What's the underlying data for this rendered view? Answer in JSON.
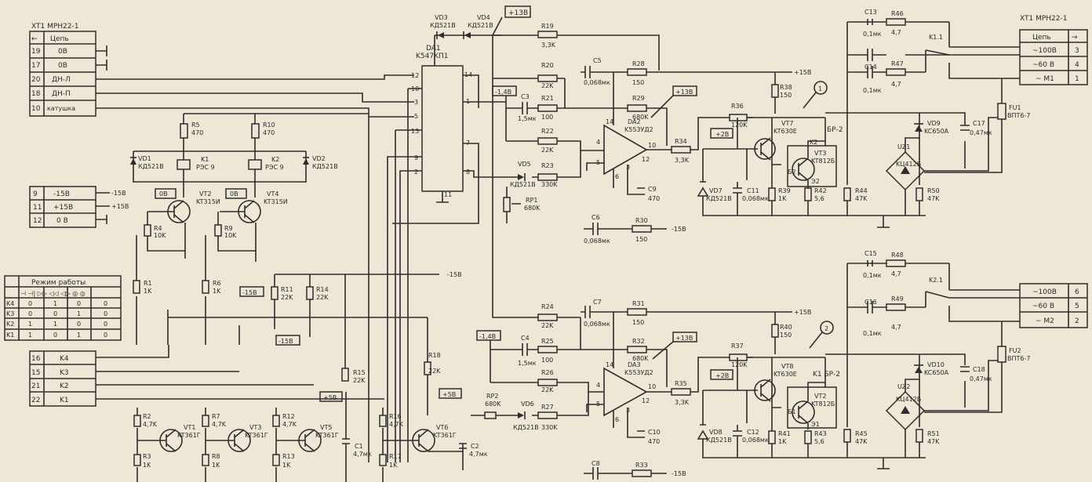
{
  "connector_left": {
    "title": "XT1 MPH22-1",
    "header": "Цепь",
    "pins": [
      {
        "num": "19",
        "label": "0B"
      },
      {
        "num": "17",
        "label": "0B"
      },
      {
        "num": "20",
        "label": "ДН-Л"
      },
      {
        "num": "18",
        "label": "ДН-П"
      },
      {
        "num": "10",
        "label": "катушка"
      }
    ]
  },
  "connector_left_power": [
    {
      "num": "9",
      "label": "-15B"
    },
    {
      "num": "11",
      "label": "+15B"
    },
    {
      "num": "12",
      "label": "0 B"
    }
  ],
  "connector_left_k": [
    {
      "num": "16",
      "label": "K4"
    },
    {
      "num": "15",
      "label": "K3"
    },
    {
      "num": "21",
      "label": "K2"
    },
    {
      "num": "22",
      "label": "K1"
    }
  ],
  "mode_table": {
    "title": "Режим работы",
    "header_symbols": "⊣ ⊣| ▷▷ ◁◁ ◁▷ ◎ ◎",
    "rows": [
      {
        "label": "K4",
        "values": [
          "0",
          "1",
          "0",
          "0"
        ]
      },
      {
        "label": "K3",
        "values": [
          "0",
          "0",
          "1",
          "0"
        ]
      },
      {
        "label": "K2",
        "values": [
          "1",
          "1",
          "0",
          "0"
        ]
      },
      {
        "label": "K1",
        "values": [
          "1",
          "0",
          "1",
          "0"
        ]
      }
    ]
  },
  "connector_right_top": {
    "title": "XT1 MPH22-1",
    "header": "Цепь",
    "pins": [
      {
        "label": "~100B",
        "num": "3"
      },
      {
        "label": "~60 B",
        "num": "4"
      },
      {
        "label": "~ M1",
        "num": "1"
      }
    ]
  },
  "connector_right_bottom": {
    "pins": [
      {
        "label": "~100B",
        "num": "6"
      },
      {
        "label": "~60 B",
        "num": "5"
      },
      {
        "label": "~ M2",
        "num": "2"
      }
    ]
  },
  "rails": {
    "p13": "+13B",
    "m14": "-1,4B",
    "m15": "-15B",
    "p15": "+15B",
    "p5": "+5B",
    "p2": "+2B",
    "zero": "0B"
  },
  "ic": {
    "da1": {
      "ref": "DA1",
      "type": "K547KП1",
      "pins_left": [
        "12",
        "10",
        "3",
        "5",
        "13",
        "9",
        "2"
      ],
      "pins_right": [
        "14",
        "1",
        "7",
        "8"
      ],
      "pin_bottom": "11"
    },
    "da2": {
      "ref": "DA2",
      "type": "K553УД2",
      "p14": "14",
      "p4": "4",
      "p5": "5",
      "p6": "6",
      "p3": "3",
      "p10": "10",
      "p12": "12"
    },
    "da3": {
      "ref": "DA3",
      "type": "K553УД2",
      "p14": "14",
      "p4": "4",
      "p5": "5",
      "p6": "6",
      "p3": "3",
      "p10": "10",
      "p12": "12"
    }
  },
  "components": {
    "vd3": {
      "ref": "VD3",
      "val": "КД521B"
    },
    "vd4": {
      "ref": "VD4",
      "val": "КД521B"
    },
    "r19": {
      "ref": "R19",
      "val": "3,3K"
    },
    "r20": {
      "ref": "R20",
      "val": "22K"
    },
    "c3": {
      "ref": "C3",
      "val": "1,5мк"
    },
    "r21": {
      "ref": "R21",
      "val": "100"
    },
    "r22": {
      "ref": "R22",
      "val": "22K"
    },
    "vd5": {
      "ref": "VD5",
      "val": "КД521B"
    },
    "r23": {
      "ref": "R23",
      "val": "330K"
    },
    "rp1": {
      "ref": "RP1",
      "val": "680K"
    },
    "c5": {
      "ref": "C5",
      "val": "0,068мк"
    },
    "r28": {
      "ref": "R28",
      "val": "150"
    },
    "r29": {
      "ref": "R29",
      "val": "680K"
    },
    "r34": {
      "ref": "R34",
      "val": "3,3K"
    },
    "c9": {
      "ref": "C9",
      "val": "470"
    },
    "c6": {
      "ref": "C6",
      "val": "0,068мк"
    },
    "r30": {
      "ref": "R30",
      "val": "150"
    },
    "r5": {
      "ref": "R5",
      "val": "470"
    },
    "r10": {
      "ref": "R10",
      "val": "470"
    },
    "vd1": {
      "ref": "VD1",
      "val": "КД521B"
    },
    "vd2": {
      "ref": "VD2",
      "val": "КД521B"
    },
    "k1": {
      "ref": "K1",
      "val": "РЭС 9"
    },
    "k2": {
      "ref": "K2",
      "val": "РЭС 9"
    },
    "vt2": {
      "ref": "VT2",
      "val": "KT315И"
    },
    "vt4": {
      "ref": "VT4",
      "val": "KT315И"
    },
    "r4": {
      "ref": "R4",
      "val": "10K"
    },
    "r9": {
      "ref": "R9",
      "val": "10K"
    },
    "r1": {
      "ref": "R1",
      "val": "1K"
    },
    "r6": {
      "ref": "R6",
      "val": "1K"
    },
    "r11": {
      "ref": "R11",
      "val": "22K"
    },
    "r14": {
      "ref": "R14",
      "val": "22K"
    },
    "r15": {
      "ref": "R15",
      "val": "22K"
    },
    "r18": {
      "ref": "R18",
      "val": "22K"
    },
    "r2": {
      "ref": "R2",
      "val": "4,7K"
    },
    "r3": {
      "ref": "R3",
      "val": "1K"
    },
    "r7": {
      "ref": "R7",
      "val": "4,7K"
    },
    "r8": {
      "ref": "R8",
      "val": "1K"
    },
    "r12": {
      "ref": "R12",
      "val": "4,7K"
    },
    "r13": {
      "ref": "R13",
      "val": "1K"
    },
    "r16": {
      "ref": "R16",
      "val": "4,7K"
    },
    "r17": {
      "ref": "R17",
      "val": "1K"
    },
    "vt1": {
      "ref": "VT1",
      "val": "KT361Г"
    },
    "vt3": {
      "ref": "VT3",
      "val": "KT361Г"
    },
    "vt5": {
      "ref": "VT5",
      "val": "KT361Г"
    },
    "vt6": {
      "ref": "VT6",
      "val": "KT361Г"
    },
    "c1": {
      "ref": "C1",
      "val": "4,7мк"
    },
    "c2": {
      "ref": "C2",
      "val": "4,7мк"
    },
    "r24": {
      "ref": "R24",
      "val": "22K"
    },
    "c4": {
      "ref": "C4",
      "val": "1,5мк"
    },
    "r25": {
      "ref": "R25",
      "val": "100"
    },
    "r26": {
      "ref": "R26",
      "val": "22K"
    },
    "rp2": {
      "ref": "RP2",
      "val": "680K"
    },
    "vd6": {
      "ref": "VD6",
      "val": "КД521B"
    },
    "r27": {
      "ref": "R27",
      "val": "330K"
    },
    "c7": {
      "ref": "C7",
      "val": "0,068мк"
    },
    "r31": {
      "ref": "R31",
      "val": "150"
    },
    "r32": {
      "ref": "R32",
      "val": "680K"
    },
    "r35": {
      "ref": "R35",
      "val": "3,3K"
    },
    "c10": {
      "ref": "C10",
      "val": "470"
    },
    "c8": {
      "ref": "C8",
      "val": ""
    },
    "r33": {
      "ref": "R33",
      "val": ""
    },
    "c13": {
      "ref": "C13",
      "val": "0,1мк"
    },
    "r46": {
      "ref": "R46",
      "val": "4,7"
    },
    "k11": {
      "ref": "K1.1",
      "val": ""
    },
    "c14": {
      "ref": "C14",
      "val": "0,1мк"
    },
    "r47": {
      "ref": "R47",
      "val": "4,7"
    },
    "r38": {
      "ref": "R38",
      "val": "150"
    },
    "r36": {
      "ref": "R36",
      "val": "120K"
    },
    "vt7": {
      "ref": "VT7",
      "val": "KT630E"
    },
    "vt3r": {
      "ref": "VT3",
      "val": "KT812Б"
    },
    "br2": {
      "ref": "БР-2",
      "val": ""
    },
    "vd9": {
      "ref": "VD9",
      "val": "KC650A"
    },
    "c17": {
      "ref": "C17",
      "val": "0,47мк"
    },
    "uz1": {
      "ref": "UZ1",
      "val": "KЦ412Б"
    },
    "vd7": {
      "ref": "VD7",
      "val": "КД521B"
    },
    "c11": {
      "ref": "C11",
      "val": "0,068мк"
    },
    "r39": {
      "ref": "R39",
      "val": "1K"
    },
    "r42": {
      "ref": "R42",
      "val": "5,6"
    },
    "r44": {
      "ref": "R44",
      "val": "47K"
    },
    "r50": {
      "ref": "R50",
      "val": "47K"
    },
    "fu1": {
      "ref": "FU1",
      "val": "ВПТ6-7"
    },
    "c15": {
      "ref": "C15",
      "val": "0,1мк"
    },
    "r48": {
      "ref": "R48",
      "val": "4,7"
    },
    "k21": {
      "ref": "K2.1",
      "val": ""
    },
    "c16": {
      "ref": "C16",
      "val": "0,1мк"
    },
    "r49": {
      "ref": "R49",
      "val": "4,7"
    },
    "r40": {
      "ref": "R40",
      "val": "150"
    },
    "r37": {
      "ref": "R37",
      "val": "120K"
    },
    "vt8": {
      "ref": "VT8",
      "val": "KT630E"
    },
    "vt2r": {
      "ref": "VT2",
      "val": "KT812Б"
    },
    "k1br2": {
      "ref": "K1 БР-2",
      "val": ""
    },
    "vd10": {
      "ref": "VD10",
      "val": "KC650A"
    },
    "c18": {
      "ref": "C18",
      "val": "0,47мк"
    },
    "uz2": {
      "ref": "UZ2",
      "val": "KЦ412Б"
    },
    "vd8": {
      "ref": "VD8",
      "val": "КД521B"
    },
    "c12": {
      "ref": "C12",
      "val": "0,068мк"
    },
    "r41": {
      "ref": "R41",
      "val": "1K"
    },
    "r43": {
      "ref": "R43",
      "val": "5,6"
    },
    "r45": {
      "ref": "R45",
      "val": "47K"
    },
    "r51": {
      "ref": "R51",
      "val": "47K"
    },
    "fu2": {
      "ref": "FU2",
      "val": "ВПТ6-7"
    }
  },
  "node_labels": {
    "n1": "1",
    "n2": "2",
    "k2": "K2",
    "b2": "Б2",
    "e2": "Э2",
    "b1": "Б1",
    "e1": "Э1",
    "k1": "K1"
  }
}
